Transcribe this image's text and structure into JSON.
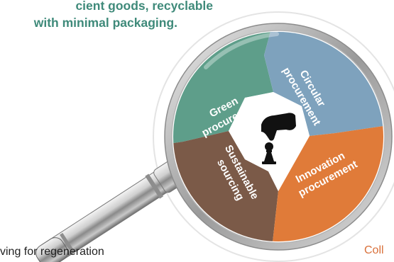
{
  "top_text": {
    "line1": "cient goods, recyclable",
    "line2": "with minimal packaging."
  },
  "quadrants": {
    "green": {
      "line1": "Green",
      "line2": "procurement",
      "color": "#5e9e8a"
    },
    "circular": {
      "line1": "Circular",
      "line2": "procurement",
      "color": "#7ea2bd"
    },
    "sustainable": {
      "line1": "Sustainable",
      "line2": "sourcing",
      "color": "#7b5a48"
    },
    "innovation": {
      "line1": "Innovation",
      "line2": "procurement",
      "color": "#e07b39"
    }
  },
  "bottom_left_text": "ving for regeneration",
  "bottom_right_text": "Coll",
  "icons": {
    "center": "hand-holding-chess-pawn-icon"
  }
}
